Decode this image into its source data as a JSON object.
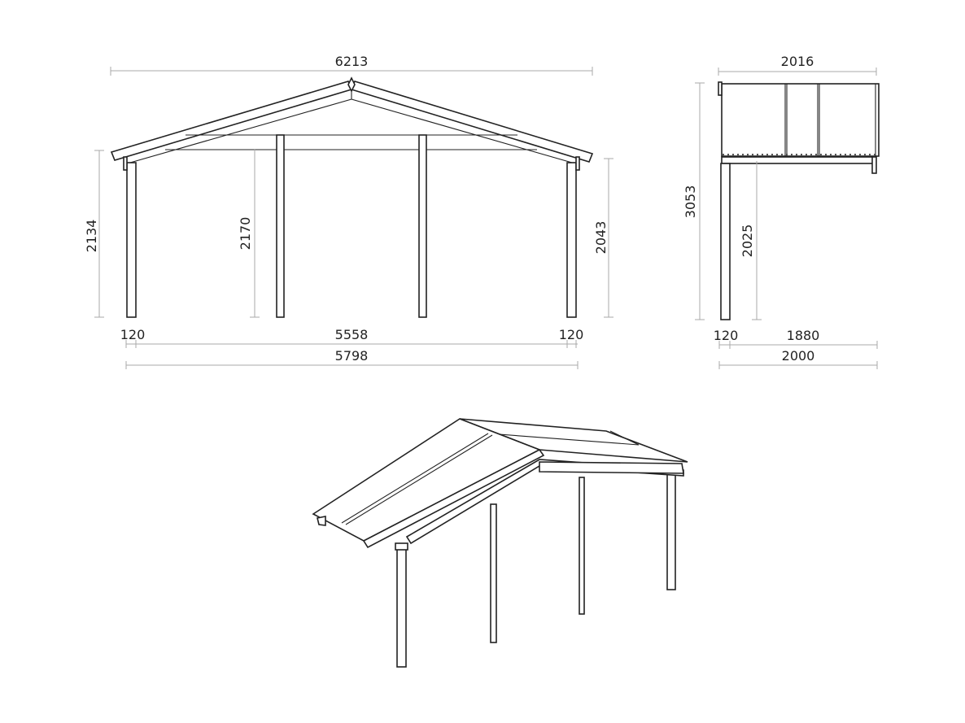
{
  "front_view": {
    "overall_roof_width": "6213",
    "left_post_height": "2134",
    "middle_post_height": "2170",
    "right_post_height": "2043",
    "left_post_width": "120",
    "post_span": "5558",
    "right_post_width": "120",
    "overall_width": "5798"
  },
  "side_view": {
    "roof_depth": "2016",
    "overall_height": "3053",
    "clear_height": "2025",
    "post_width": "120",
    "post_span": "1880",
    "overall_depth": "2000"
  }
}
